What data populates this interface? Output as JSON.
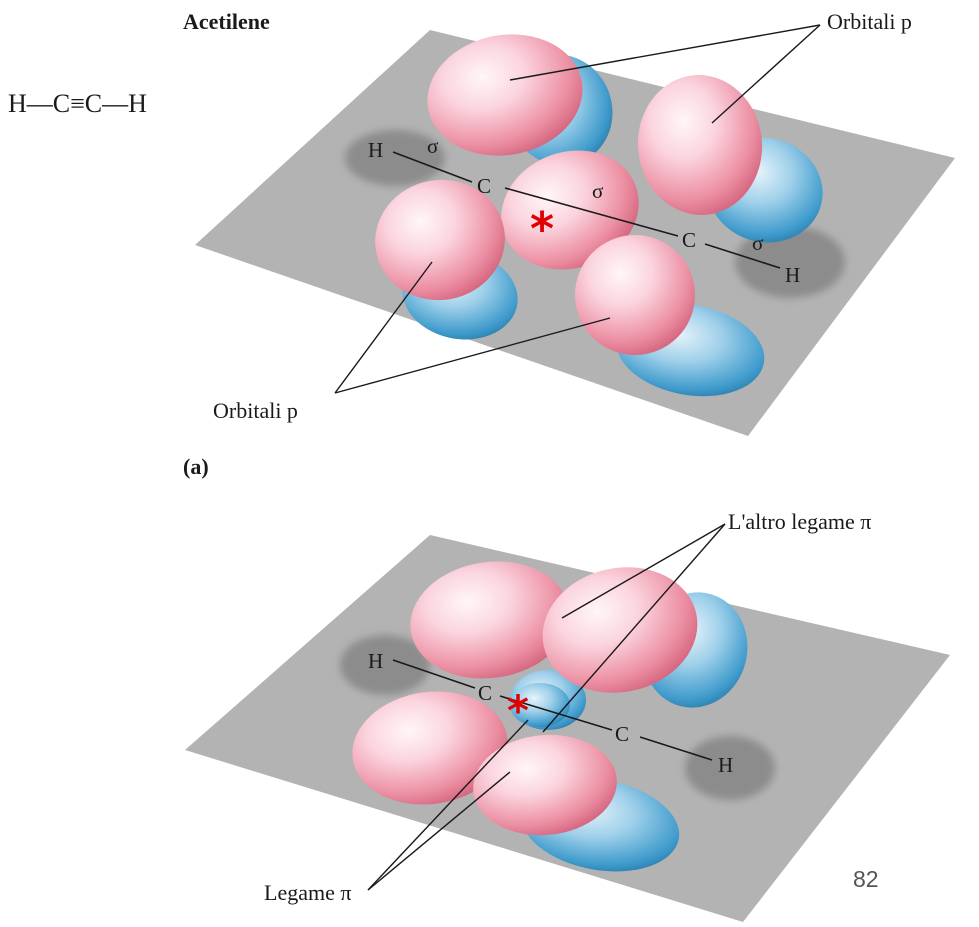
{
  "panel_a": {
    "title": "Acetilene",
    "formula": "H—C≡C—H",
    "label_top": "Orbitali p",
    "label_bottom": "Orbitali p",
    "panel_letter": "(a)",
    "atoms": {
      "h_left": "H",
      "c_left": "C",
      "c_right": "C",
      "h_right": "H"
    },
    "sigma": "σ",
    "marker": "*"
  },
  "panel_b": {
    "label_other_pi": "L'altro legame π",
    "label_pi": "Legame π",
    "atoms": {
      "h_left": "H",
      "c_left": "C",
      "c_right": "C",
      "h_right": "H"
    },
    "marker": "*"
  },
  "page_number": "82",
  "colors": {
    "plane": "#b3b3b3",
    "lobe_pink": "#e9879a",
    "lobe_light": "#fbe3ea",
    "lobe_blue": "#3b95c8",
    "shadow": "#8c8c8c",
    "marker": "#e00000"
  }
}
